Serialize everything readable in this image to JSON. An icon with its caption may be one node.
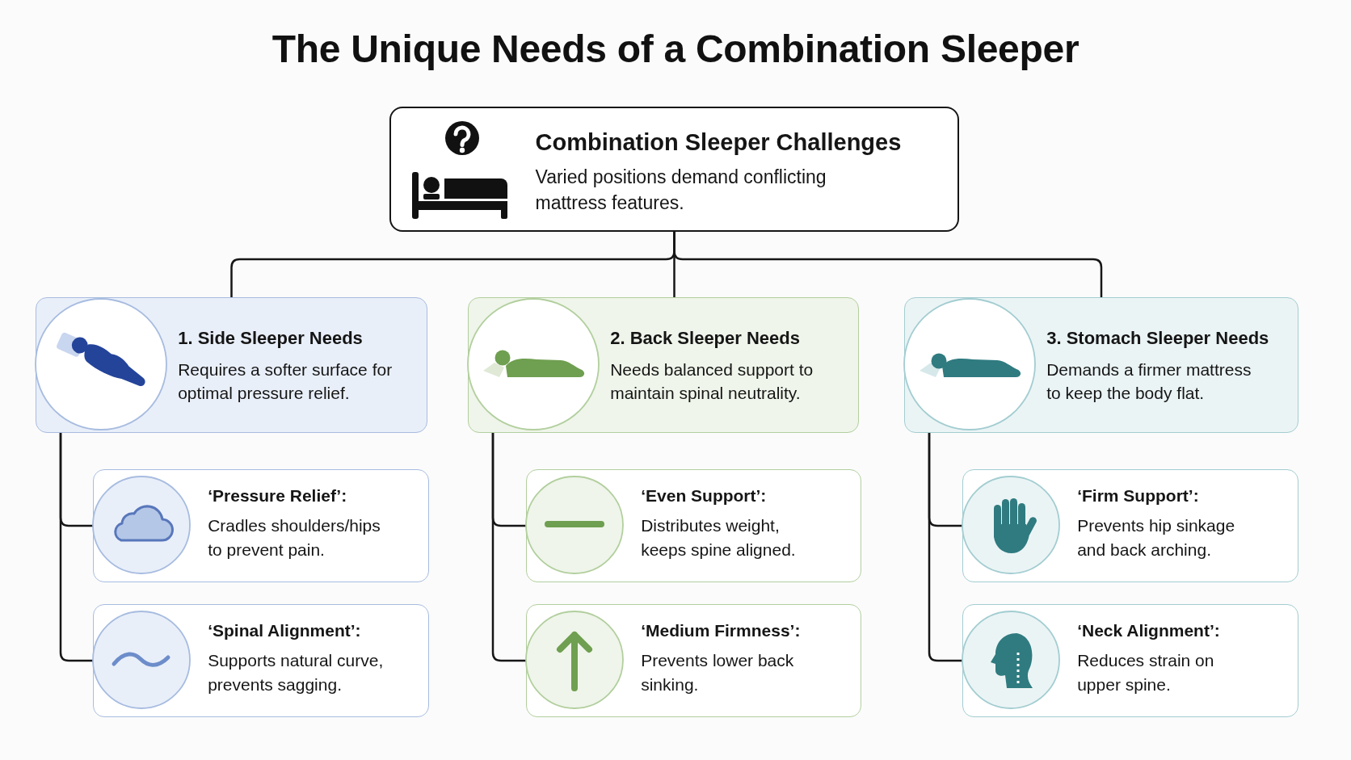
{
  "diagram": {
    "title": "The Unique Needs of a Combination Sleeper",
    "nodes": [
      {
        "text": [
          "Combination Sleeper Challenges",
          "Varied positions demand conflicting mattress features."
        ]
      },
      {
        "text": [
          "1. Side Sleeper Needs",
          "Requires a softer surface for optimal pressure relief."
        ]
      },
      {
        "text": [
          "2. Back Sleeper Needs",
          "Needs balanced support to maintain spinal neutrality."
        ]
      },
      {
        "text": [
          "3. Stomach Sleeper Needs",
          "Demands a firmer mattress to keep the body flat."
        ]
      },
      {
        "text": [
          "‘Pressure Relief’:",
          "Cradles shoulders/hips to prevent pain."
        ]
      },
      {
        "text": [
          "‘Spinal Alignment’:",
          "Supports natural curve, prevents sagging."
        ]
      },
      {
        "text": [
          "‘Even Support’:",
          "Distributes weight, keeps spine aligned."
        ]
      },
      {
        "text": [
          "‘Medium Firmness’:",
          "Prevents lower back sinking."
        ]
      },
      {
        "text": [
          "‘Firm Support’:",
          "Prevents hip sinkage and back arching."
        ]
      },
      {
        "text": [
          "‘Neck Alignment’:",
          "Reduces strain on upper spine."
        ]
      }
    ],
    "edges": [
      {
        "from": 0,
        "to": 1,
        "arrow": "none"
      },
      {
        "from": 0,
        "to": 2,
        "arrow": "none"
      },
      {
        "from": 0,
        "to": 3,
        "arrow": "none"
      },
      {
        "from": 1,
        "to": 4,
        "arrow": "none"
      },
      {
        "from": 1,
        "to": 5,
        "arrow": "none"
      },
      {
        "from": 2,
        "to": 6,
        "arrow": "none"
      },
      {
        "from": 2,
        "to": 7,
        "arrow": "none"
      },
      {
        "from": 3,
        "to": 8,
        "arrow": "none"
      },
      {
        "from": 3,
        "to": 9,
        "arrow": "none"
      }
    ]
  }
}
